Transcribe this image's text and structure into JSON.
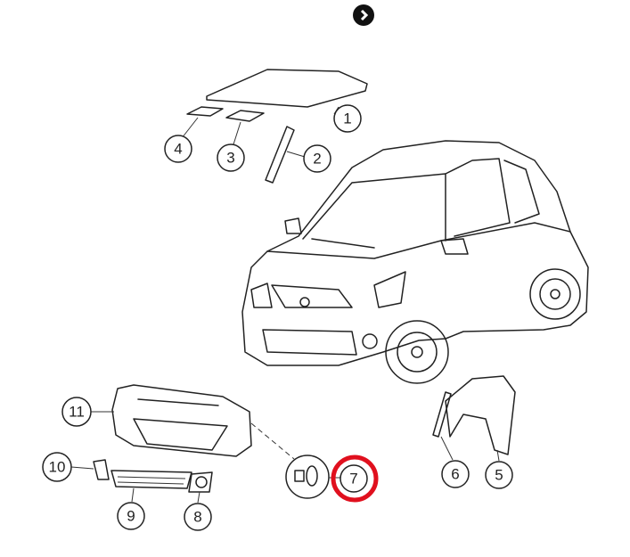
{
  "navigation": {
    "next_icon": "chevron-right-circle-icon"
  },
  "callouts": {
    "c1": "1",
    "c2": "2",
    "c3": "3",
    "c4": "4",
    "c5": "5",
    "c6": "6",
    "c7": "7",
    "c8": "8",
    "c9": "9",
    "c10": "10",
    "c11": "11"
  },
  "highlight": {
    "part": "7",
    "color": "#e0101e"
  }
}
